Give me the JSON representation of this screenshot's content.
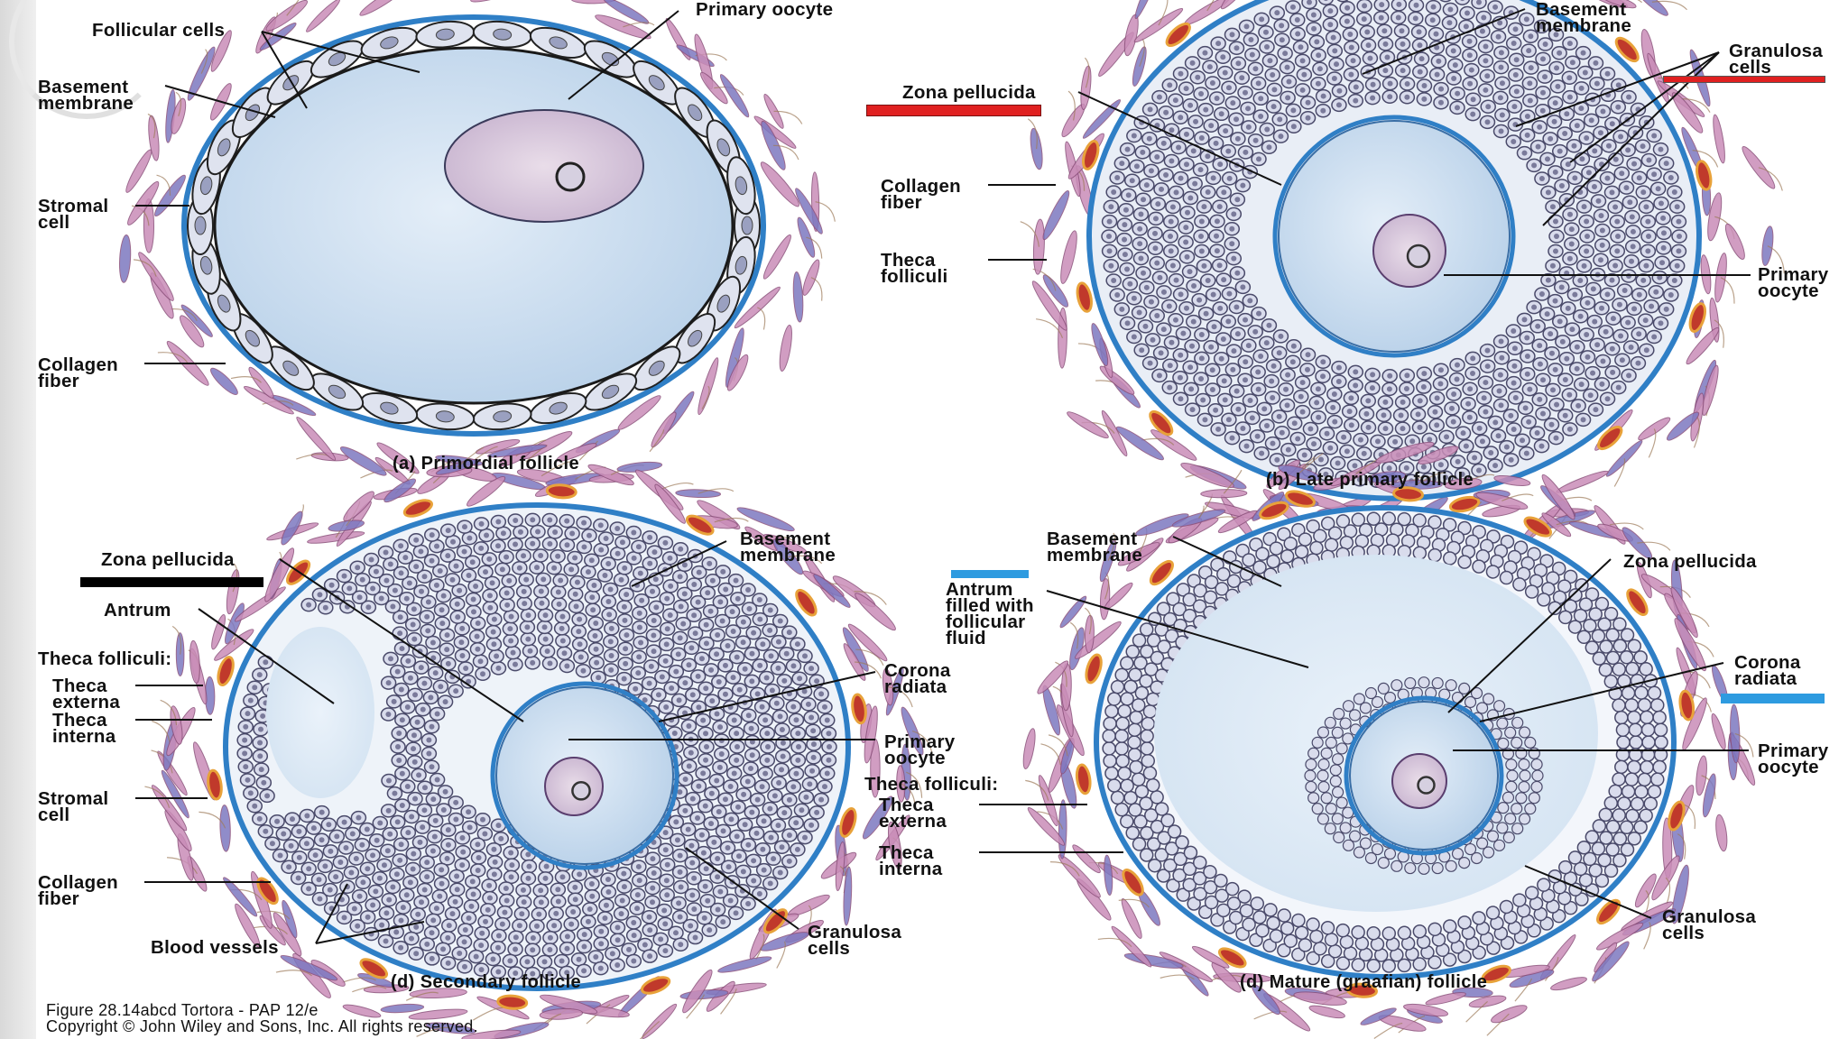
{
  "panels": {
    "a": {
      "caption": "(a) Primordial follicle",
      "labels": {
        "follicular_cells": "Follicular cells",
        "primary_oocyte": "Primary oocyte",
        "basement_membrane": "Basement\nmembrane",
        "stromal_cell": "Stromal\ncell",
        "collagen_fiber": "Collagen\nfiber"
      }
    },
    "b": {
      "caption": "(b) Late primary follicle",
      "labels": {
        "basement_membrane": "Basement\nmembrane",
        "granulosa_cells": "Granulosa\ncells",
        "zona_pellucida": "Zona pellucida",
        "collagen_fiber": "Collagen\nfiber",
        "theca_folliculi": "Theca\nfolliculi",
        "primary_oocyte": "Primary\noocyte"
      }
    },
    "c": {
      "caption": "(d) Secondary follicle",
      "labels": {
        "zona_pellucida": "Zona pellucida",
        "basement_membrane": "Basement\nmembrane",
        "antrum": "Antrum",
        "theca_folliculi": "Theca folliculi:",
        "theca_externa": "Theca\nexterna",
        "theca_interna": "Theca\ninterna",
        "corona_radiata": "Corona\nradiata",
        "primary_oocyte": "Primary\noocyte",
        "stromal_cell": "Stromal\ncell",
        "collagen_fiber": "Collagen\nfiber",
        "blood_vessels": "Blood vessels",
        "granulosa_cells": "Granulosa\ncells"
      }
    },
    "d": {
      "caption": "(d) Mature (graafian) follicle",
      "labels": {
        "basement_membrane": "Basement\nmembrane",
        "zona_pellucida": "Zona pellucida",
        "antrum": "Antrum\nfilled with\nfollicular\nfluid",
        "corona_radiata": "Corona\nradiata",
        "primary_oocyte": "Primary\noocyte",
        "theca_folliculi": "Theca folliculi:",
        "theca_externa": "Theca\nexterna",
        "theca_interna": "Theca\ninterna",
        "granulosa_cells": "Granulosa\ncells"
      }
    }
  },
  "footer": {
    "figure": "Figure 28.14abcd  Tortora - PAP 12/e",
    "copyright": "Copyright © John Wiley and Sons, Inc. All rights reserved."
  },
  "colors": {
    "oocyte_fill": "#cfe0f0",
    "membrane_blue": "#2f7fc6",
    "stroma_pink": "#c98db8",
    "theca_purple": "#7d78c0",
    "blood_red": "#c0392b",
    "annotation_red": "#e02020",
    "annotation_black": "#000000",
    "annotation_blue": "#2e9be0"
  }
}
